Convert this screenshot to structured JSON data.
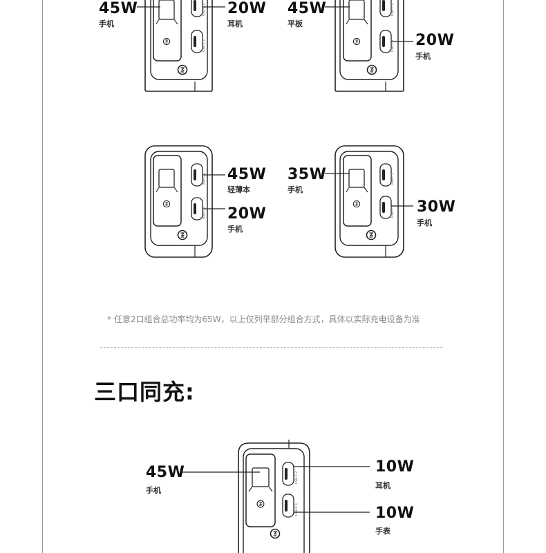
{
  "scenarios": [
    {
      "labels": [
        {
          "watt": "45W",
          "device": "手机"
        },
        {
          "watt": "20W",
          "device": "耳机"
        }
      ]
    },
    {
      "labels": [
        {
          "watt": "45W",
          "device": "平板"
        },
        {
          "watt": "20W",
          "device": "手机"
        }
      ]
    },
    {
      "labels": [
        {
          "watt": "45W",
          "device": "轻薄本"
        },
        {
          "watt": "20W",
          "device": "手机"
        }
      ]
    },
    {
      "labels": [
        {
          "watt": "35W",
          "device": "手机"
        },
        {
          "watt": "30W",
          "device": "手机"
        }
      ]
    }
  ],
  "port_labels": {
    "c1": "USB-C 1",
    "c2": "USB-C 2"
  },
  "footnote": "*  任意2口组合总功率均为65W，以上仅列举部分组合方式，具体以实际充电设备为准",
  "section_heading": "三口同充:",
  "three_port": {
    "labels": [
      {
        "watt": "45W",
        "device": "手机"
      },
      {
        "watt": "10W",
        "device": "耳机"
      },
      {
        "watt": "10W",
        "device": "手表"
      }
    ]
  }
}
